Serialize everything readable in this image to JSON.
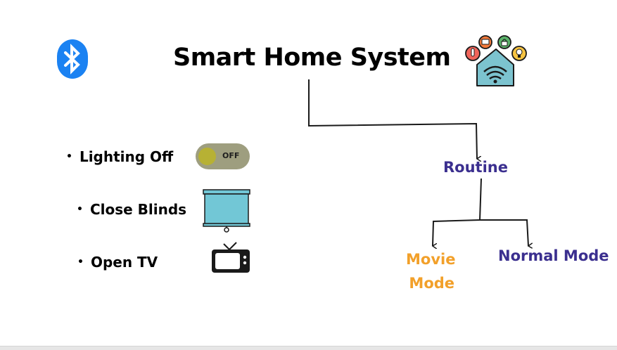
{
  "diagram": {
    "title": "Smart Home System",
    "actions": [
      {
        "label": "Lighting Off",
        "icon": "toggle-switch-icon",
        "toggle_text": "OFF"
      },
      {
        "label": "Close Blinds",
        "icon": "blinds-icon"
      },
      {
        "label": "Open TV",
        "icon": "tv-icon"
      }
    ],
    "routine": {
      "label": "Routine",
      "color": "#3b2f8f"
    },
    "modes": [
      {
        "line1": "Movie",
        "line2": "Mode",
        "color": "#f2a02a"
      },
      {
        "label": "Normal Mode",
        "color": "#3b2f8f"
      }
    ],
    "icons": {
      "left": "bluetooth-icon",
      "right": "smart-home-icon"
    },
    "colors": {
      "bluetooth": "#1b82f2",
      "toggle_track": "#9e9e7f",
      "toggle_knob": "#b7b134",
      "blinds": "#72c7d6"
    }
  }
}
